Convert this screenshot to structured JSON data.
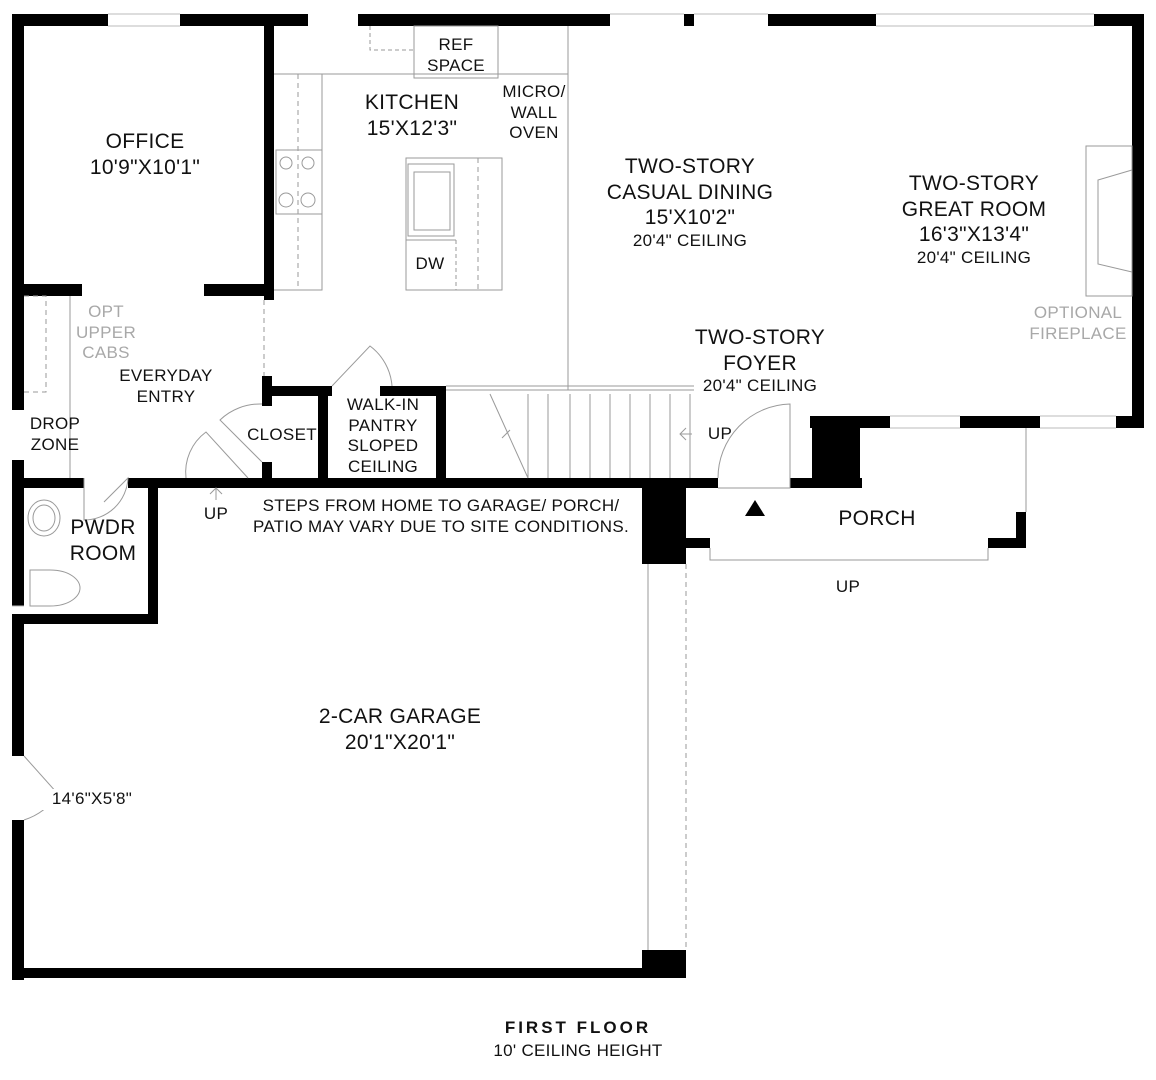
{
  "rooms": {
    "office": {
      "name": "OFFICE",
      "size": "10'9\"X10'1\""
    },
    "kitchen": {
      "name": "KITCHEN",
      "size": "15'X12'3\""
    },
    "ref_space": {
      "line1": "REF",
      "line2": "SPACE"
    },
    "micro_wall_oven": {
      "line1": "MICRO/",
      "line2": "WALL",
      "line3": "OVEN"
    },
    "dw": "DW",
    "casual_dining": {
      "line1": "TWO-STORY",
      "line2": "CASUAL DINING",
      "size": "15'X10'2\"",
      "ceiling": "20'4\" CEILING"
    },
    "great_room": {
      "line1": "TWO-STORY",
      "line2": "GREAT ROOM",
      "size": "16'3\"X13'4\"",
      "ceiling": "20'4\" CEILING"
    },
    "optional_fireplace": {
      "line1": "OPTIONAL",
      "line2": "FIREPLACE"
    },
    "opt_upper_cabs": {
      "line1": "OPT",
      "line2": "UPPER",
      "line3": "CABS"
    },
    "everyday_entry": {
      "line1": "EVERYDAY",
      "line2": "ENTRY"
    },
    "foyer": {
      "line1": "TWO-STORY",
      "line2": "FOYER",
      "ceiling": "20'4\" CEILING"
    },
    "drop_zone": {
      "line1": "DROP",
      "line2": "ZONE"
    },
    "closet": "CLOSET",
    "pantry": {
      "line1": "WALK-IN",
      "line2": "PANTRY",
      "line3": "SLOPED",
      "line4": "CEILING"
    },
    "pwdr_room": {
      "line1": "PWDR",
      "line2": "ROOM"
    },
    "porch": "PORCH",
    "garage": {
      "name": "2-CAR GARAGE",
      "size": "20'1\"X20'1\""
    },
    "garage_door_size": "14'6\"X5'8\""
  },
  "arrows": {
    "up_foyer": "UP",
    "up_garage": "UP",
    "up_porch": "UP"
  },
  "notes": {
    "steps_line1": "STEPS FROM HOME TO GARAGE/ PORCH/",
    "steps_line2": "PATIO MAY VARY DUE TO SITE CONDITIONS."
  },
  "footer": {
    "title": "FIRST FLOOR",
    "subtitle": "10' CEILING HEIGHT"
  },
  "colors": {
    "wall": "#000000",
    "fixture_line": "#9a9a9a",
    "optional_text": "#a8a8a8"
  }
}
